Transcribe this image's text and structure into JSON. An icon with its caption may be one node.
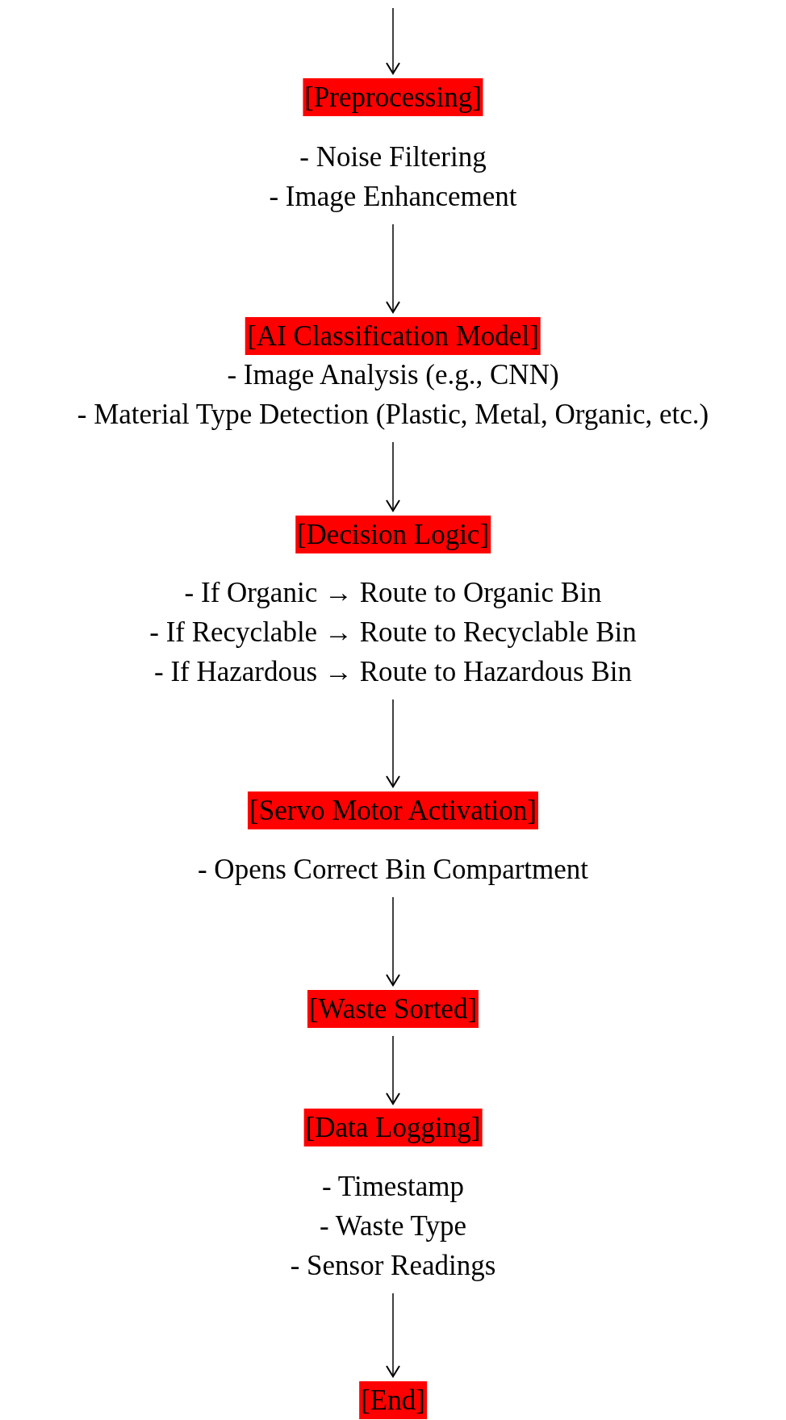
{
  "diagram": {
    "nodes": [
      {
        "text": [
          "[Preprocessing]"
        ],
        "beside": [
          "- Noise Filtering",
          "- Image Enhancement"
        ]
      },
      {
        "text": [
          "[AI Classification Model]"
        ],
        "beside": [
          "- Image Analysis (e.g., CNN)",
          "- Material Type Detection (Plastic, Metal, Organic, etc.)"
        ]
      },
      {
        "text": [
          "[Decision Logic]"
        ],
        "beside": [
          "- If Organic → Route to Organic Bin",
          "- If Recyclable → Route to Recyclable Bin",
          "- If Hazardous → Route to Hazardous Bin"
        ]
      },
      {
        "text": [
          "[Servo Motor Activation]"
        ],
        "beside": [
          "- Opens Correct Bin Compartment"
        ]
      },
      {
        "text": [
          "[Waste Sorted]"
        ]
      },
      {
        "text": [
          "[Data Logging]"
        ],
        "beside": [
          "- Timestamp",
          "- Waste Type",
          "- Sensor Readings"
        ]
      },
      {
        "text": [
          "[End]"
        ]
      }
    ],
    "edges": [
      {
        "from": null,
        "to": 0,
        "arrow": "to"
      },
      {
        "from": 0,
        "to": 1,
        "arrow": "to"
      },
      {
        "from": 1,
        "to": 2,
        "arrow": "to"
      },
      {
        "from": 2,
        "to": 3,
        "arrow": "to"
      },
      {
        "from": 3,
        "to": 4,
        "arrow": "to"
      },
      {
        "from": 4,
        "to": 5,
        "arrow": "to"
      },
      {
        "from": 5,
        "to": 6,
        "arrow": "to"
      }
    ]
  }
}
